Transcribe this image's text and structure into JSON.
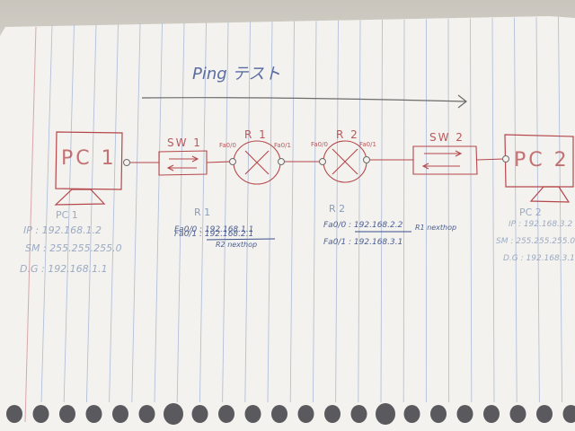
{
  "title": "Ping テスト",
  "devices": {
    "pc1": {
      "label": "PC 1"
    },
    "pc2": {
      "label": "PC 2"
    },
    "sw1": {
      "label": "SW 1"
    },
    "sw2": {
      "label": "SW 2"
    },
    "r1": {
      "label": "R 1",
      "port_left": "Fa0/0",
      "port_right": "Fa0/1"
    },
    "r2": {
      "label": "R 2",
      "port_left": "Fa0/0",
      "port_right": "Fa0/1"
    }
  },
  "notes": {
    "pc1": {
      "heading": "PC 1",
      "ip": "IP : 192.168.1.2",
      "sm": "SM : 255.255.255.0",
      "dg": "D.G : 192.168.1.1"
    },
    "r1": {
      "heading": "R 1",
      "fa00": "Fa0/0 : 192.168.1.1",
      "fa01": "Fa0/1 : 192.168.2.1",
      "nexthop": "R2 nexthop"
    },
    "r2": {
      "heading": "R 2",
      "fa00": "Fa0/0 : 192.168.2.2",
      "fa01": "Fa0/1 : 192.168.3.1",
      "nexthop": "R1 nexthop"
    },
    "pc2": {
      "heading": "PC 2",
      "ip": "IP : 192.168.3.2",
      "sm": "SM : 255.255.255.0",
      "dg": "D.G : 192.168.3.1"
    }
  },
  "colors": {
    "paper": "#f3f2ee",
    "rule_line": "#a9b8d6",
    "margin_line": "#d7a7a9",
    "ink_red": "#b5474b",
    "ink_blue": "#3a4f8a",
    "pencil": "#6b6b6b"
  }
}
